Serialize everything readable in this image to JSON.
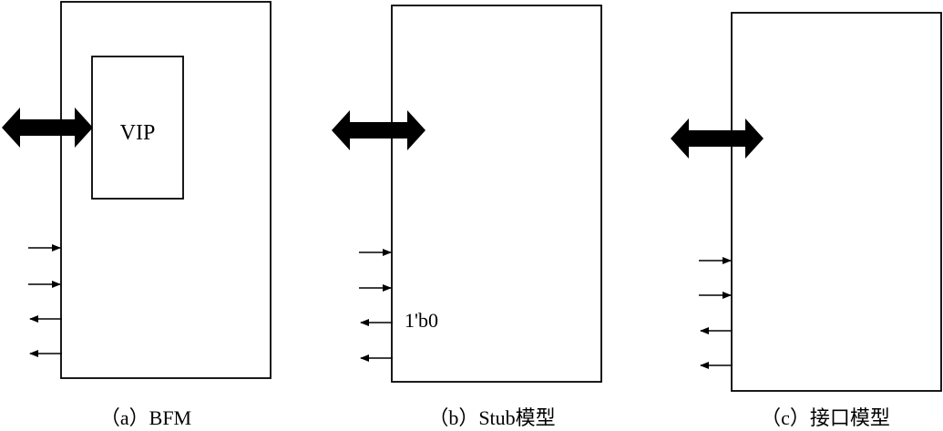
{
  "panels": [
    {
      "id": "a",
      "caption": "（a）BFM",
      "inner_label": "VIP"
    },
    {
      "id": "b",
      "caption": "（b）Stub模型",
      "tie_value": "1'b0"
    },
    {
      "id": "c",
      "caption": "（c）接口模型"
    }
  ],
  "colors": {
    "stroke": "#000000",
    "background": "#ffffff"
  }
}
